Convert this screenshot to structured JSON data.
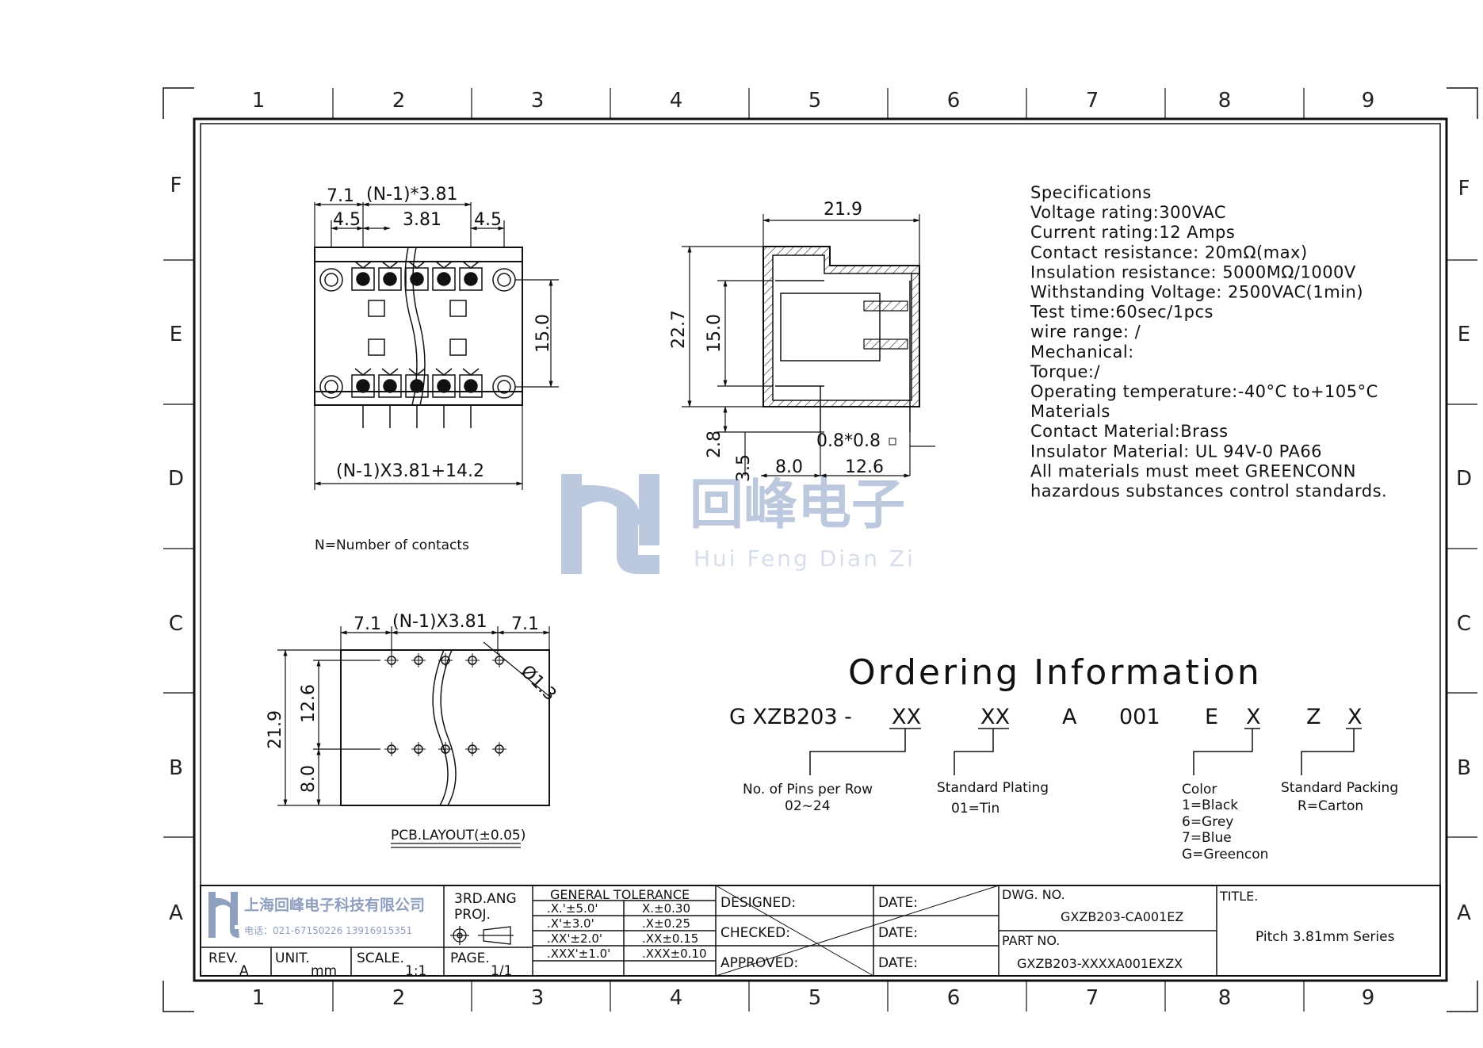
{
  "grid": {
    "columns": [
      "1",
      "2",
      "3",
      "4",
      "5",
      "6",
      "7",
      "8",
      "9"
    ],
    "rows": [
      "F",
      "E",
      "D",
      "C",
      "B",
      "A"
    ]
  },
  "watermark": {
    "cn": "回峰电子",
    "en": "Hui Feng Dian Zi"
  },
  "specs": [
    "Specifications",
    "Voltage rating:300VAC",
    "Current rating:12 Amps",
    "Contact resistance: 20mΩ(max)",
    "Insulation resistance: 5000MΩ/1000V",
    "Withstanding Voltage: 2500VAC(1min)",
    "Test time:60sec/1pcs",
    "wire range: /",
    "Mechanical:",
    "Torque:/",
    "Operating temperature:-40°C to+105°C",
    "Materials",
    "Contact Material:Brass",
    "Insulator Material: UL 94V-0 PA66",
    "All materials must meet GREENCONN",
    "hazardous substances control standards."
  ],
  "front_view": {
    "dim_left": "7.1",
    "dim_top": "(N-1)*3.81",
    "dim_a": "4.5",
    "dim_pitch": "3.81",
    "dim_b": "4.5",
    "dim_height": "15.0",
    "dim_bottom": "(N-1)X3.81+14.2",
    "note": "N=Number of contacts"
  },
  "side_view": {
    "dim_width": "21.9",
    "dim_height": "22.7",
    "dim_inner": "15.0",
    "dim_pin": "2.8",
    "dim_pin2": "3.5",
    "dim_pinsize": "0.8*0.8",
    "dim_off": "8.0",
    "dim_span": "12.6"
  },
  "pcb_layout": {
    "dim_left": "7.1",
    "dim_mid": "(N-1)X3.81",
    "dim_right": "7.1",
    "dim_height": "21.9",
    "dim_upper": "12.6",
    "dim_lower": "8.0",
    "dim_hole": "Ø1.3",
    "caption": "PCB.LAYOUT(±0.05)"
  },
  "ordering": {
    "title": "Ordering Information",
    "code": [
      "G XZB203 -",
      "XX",
      "XX",
      "A",
      "001",
      "E",
      "X",
      "Z",
      "X"
    ],
    "pins_label": "No. of Pins per Row",
    "pins_range": "02~24",
    "plating_label": "Standard Plating",
    "plating_value": "01=Tin",
    "color_label": "Color",
    "color_options": [
      "1=Black",
      "6=Grey",
      "7=Blue",
      "G=Greencon"
    ],
    "packing_label": "Standard Packing",
    "packing_value": "R=Carton"
  },
  "title_block": {
    "company": "上海回峰电子科技有限公司",
    "phone": "电话：021-67150226  13916915351",
    "rev_label": "REV.",
    "rev_value": "A",
    "unit_label": "UNIT.",
    "unit_value": "mm",
    "scale_label": "SCALE.",
    "scale_value": "1:1",
    "proj_label_1": "3RD.ANG",
    "proj_label_2": "PROJ.",
    "page_label": "PAGE.",
    "page_value": "1/1",
    "tolerance_title": "GENERAL TOLERANCE",
    "tolerance": [
      [
        ".X.'±5.0'",
        "X.±0.30"
      ],
      [
        ".X'±3.0'",
        ".X±0.25"
      ],
      [
        ".XX'±2.0'",
        ".XX±0.15"
      ],
      [
        ".XXX'±1.0'",
        ".XXX±0.10"
      ]
    ],
    "designed_label": "DESIGNED:",
    "checked_label": "CHECKED:",
    "approved_label": "APPROVED:",
    "date_label": "DATE:",
    "dwg_label": "DWG. NO.",
    "dwg_value": "GXZB203-CA001EZ",
    "part_label": "PART NO.",
    "part_value": "GXZB203-XXXXA001EXZX",
    "title_label": "TITLE.",
    "title_value": "Pitch 3.81mm Series"
  }
}
